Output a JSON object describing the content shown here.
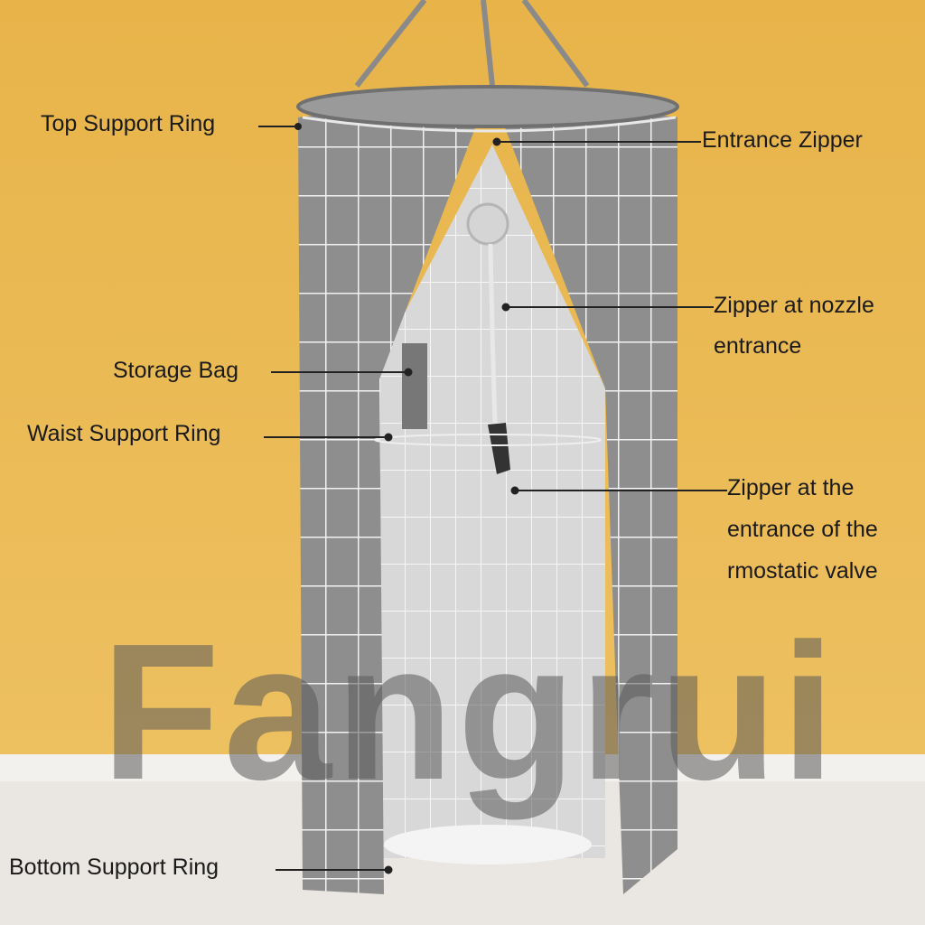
{
  "colors": {
    "wall": "#E9B54A",
    "floor": "#E9E5E0",
    "curtain": "#8E8E8E",
    "grid": "#F4F4F4"
  },
  "watermark": "Fangrui",
  "labels": {
    "top_ring": "Top Support Ring",
    "entrance_zipper": "Entrance Zipper",
    "nozzle_zipper_1": "Zipper at nozzle",
    "nozzle_zipper_2": "entrance",
    "storage_bag": "Storage Bag",
    "waist_ring": "Waist Support Ring",
    "valve_zipper_1": "Zipper at the",
    "valve_zipper_2": "entrance of the",
    "valve_zipper_3": "rmostatic valve",
    "bottom_ring": "Bottom Support Ring"
  }
}
